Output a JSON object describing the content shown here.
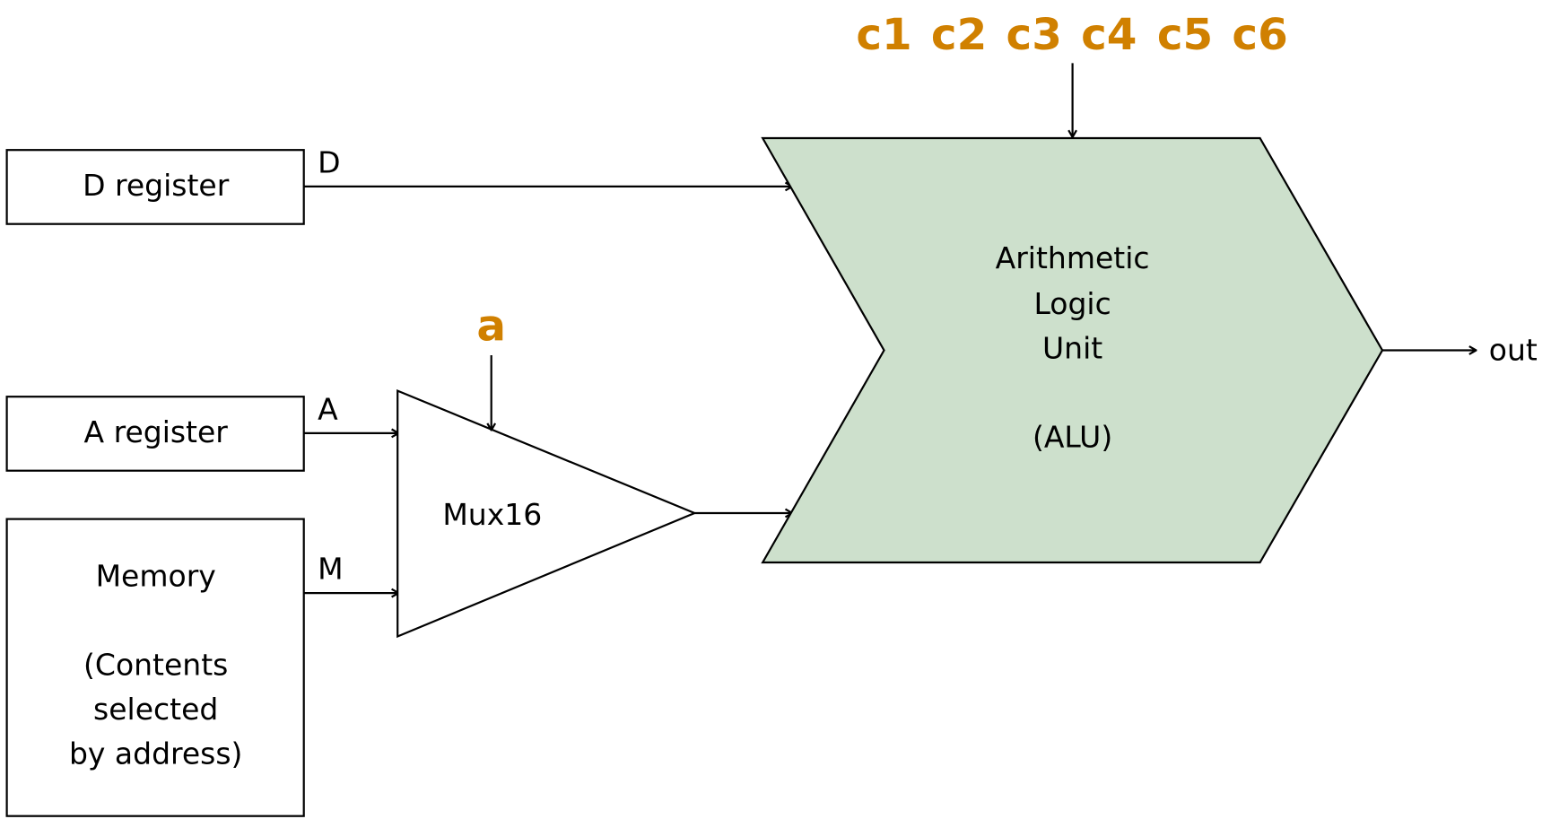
{
  "colors": {
    "alu_fill": "#cde0cc",
    "control": "#d08000"
  },
  "d_register": {
    "label": "D register",
    "output": "D"
  },
  "a_register": {
    "label": "A register",
    "output": "A"
  },
  "memory": {
    "lines": [
      "Memory",
      "",
      "(Contents",
      "selected",
      "by address)"
    ],
    "output": "M"
  },
  "mux": {
    "label": "Mux16",
    "control": "a"
  },
  "alu": {
    "lines": [
      "Arithmetic",
      "Logic",
      "Unit",
      "",
      "(ALU)"
    ],
    "controls": [
      "c1",
      "c2",
      "c3",
      "c4",
      "c5",
      "c6"
    ],
    "output": "out"
  }
}
